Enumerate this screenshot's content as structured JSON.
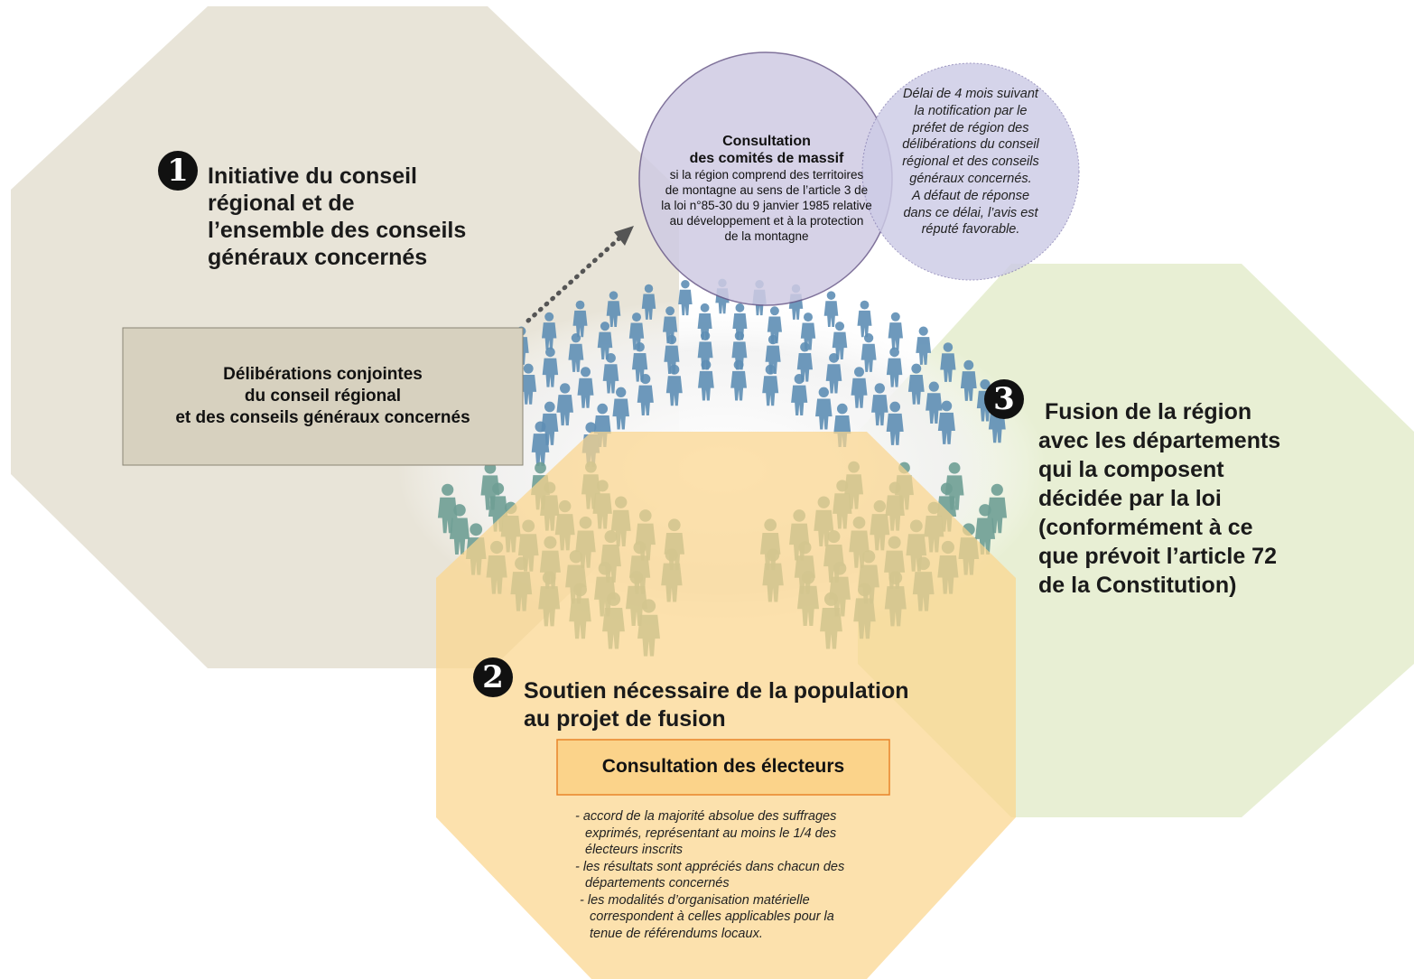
{
  "colors": {
    "octagon_left": "#e7e3d6",
    "octagon_bottom": "#fbd58e",
    "octagon_right": "#e6eed0",
    "circle_left": "#cfcbe3",
    "circle_right": "#cfcde6",
    "delib_box": "#d7d1bf",
    "electeurs_box": "#fbd38a",
    "people_blue": "#5f8fb5",
    "people_green": "#6f9f95"
  },
  "step1": {
    "number": "1",
    "title_lines": [
      "Initiative du conseil",
      "régional et de",
      "l’ensemble des conseils",
      "généraux concernés"
    ]
  },
  "deliberations": {
    "lines": [
      "Délibérations conjointes",
      "du conseil régional",
      "et des conseils généraux concernés"
    ]
  },
  "massif": {
    "title_lines": [
      "Consultation",
      "des comités de massif"
    ],
    "body_lines": [
      "si la région comprend des territoires",
      "de montagne au sens de l’article 3 de",
      "la loi n°85-30 du 9 janvier 1985 relative",
      "au développement et à la protection",
      "de la montagne"
    ]
  },
  "delai": {
    "lines": [
      "Délai de 4 mois suivant",
      "la notification par le",
      "préfet de région des",
      "délibérations du conseil",
      "régional et des conseils",
      "généraux concernés.",
      "A défaut de réponse",
      "dans ce délai, l’avis est",
      "réputé favorable."
    ]
  },
  "step2": {
    "number": "2",
    "title_lines": [
      "Soutien nécessaire de la population",
      "au projet de fusion"
    ],
    "box_label": "Consultation des électeurs",
    "notes": [
      "- accord de la majorité absolue des suffrages",
      "exprimés, représentant au moins le 1/4 des",
      "électeurs inscrits",
      "- les résultats sont appréciés dans chacun des",
      "départements concernés",
      "- les modalités d’organisation matérielle",
      "correspondent à celles applicables pour la",
      "tenue de référendums locaux."
    ]
  },
  "step3": {
    "number": "3",
    "title_lines": [
      " Fusion de la région",
      "avec les départements",
      "qui la composent",
      "décidée par la loi",
      "(conformément à ce",
      "que prévoit l’article 72",
      "de la Constitution)"
    ]
  }
}
